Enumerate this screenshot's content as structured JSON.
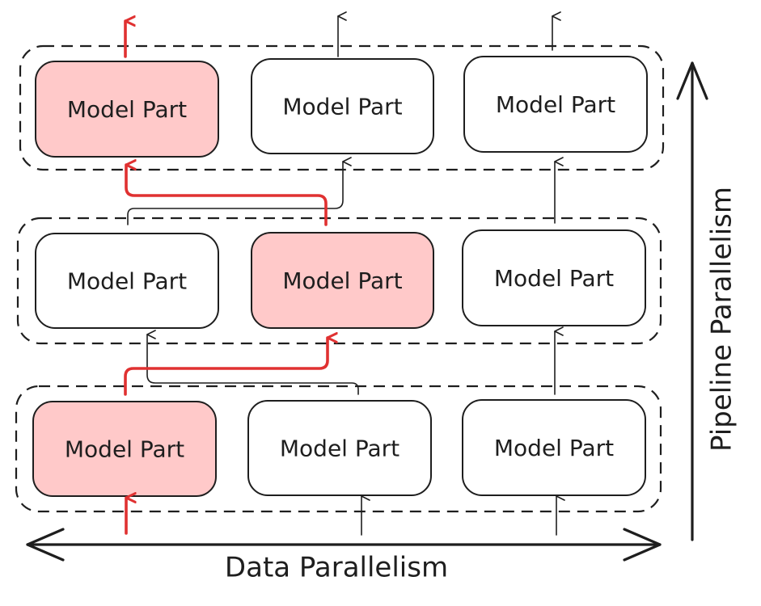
{
  "diagram": {
    "part_label": "Model Part",
    "x_axis_label": "Data Parallelism",
    "y_axis_label": "Pipeline Parallelism",
    "highlight_color": "#ffc9c9",
    "path_color": "#e03131",
    "stroke_color": "#1e1e1e",
    "rows": [
      {
        "stage": "top",
        "cells": [
          {
            "label": "Model Part",
            "highlighted": true
          },
          {
            "label": "Model Part",
            "highlighted": false
          },
          {
            "label": "Model Part",
            "highlighted": false
          }
        ]
      },
      {
        "stage": "middle",
        "cells": [
          {
            "label": "Model Part",
            "highlighted": false
          },
          {
            "label": "Model Part",
            "highlighted": true
          },
          {
            "label": "Model Part",
            "highlighted": false
          }
        ]
      },
      {
        "stage": "bottom",
        "cells": [
          {
            "label": "Model Part",
            "highlighted": true
          },
          {
            "label": "Model Part",
            "highlighted": false
          },
          {
            "label": "Model Part",
            "highlighted": false
          }
        ]
      }
    ]
  }
}
